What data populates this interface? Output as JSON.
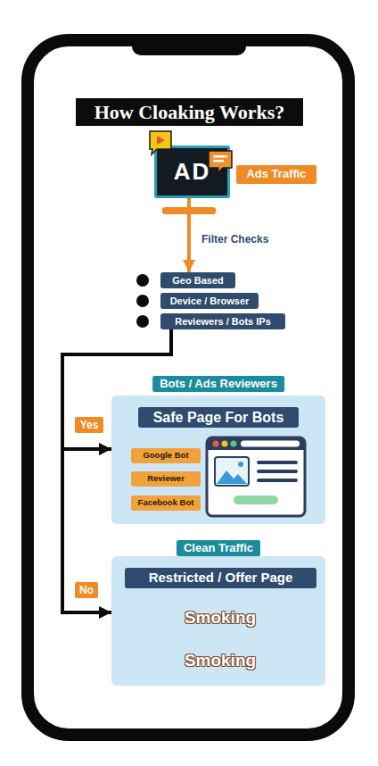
{
  "diagram": {
    "title": "How Cloaking Works?",
    "nodes": [
      {
        "text": [
          "AD"
        ]
      },
      {
        "text": [
          "Ads Traffic"
        ]
      },
      {
        "text": [
          "Geo Based"
        ]
      },
      {
        "text": [
          "Device / Browser"
        ]
      },
      {
        "text": [
          "Reviewers / Bots IPs"
        ]
      },
      {
        "text": [
          "Bots / Ads Reviewers"
        ]
      },
      {
        "text": [
          "Safe Page For Bots"
        ],
        "in": 5
      },
      {
        "text": [
          "Google Bot"
        ],
        "in": 5
      },
      {
        "text": [
          "Reviewer"
        ],
        "in": 5
      },
      {
        "text": [
          "Facebook Bot"
        ],
        "in": 5
      },
      {
        "text": [
          "Clean Traffic"
        ]
      },
      {
        "text": [
          "Restricted / Offer Page"
        ],
        "in": 10
      }
    ],
    "edges": [
      {
        "from": 0,
        "to": 2,
        "label": "Filter Checks",
        "arrow": "to"
      },
      {
        "from": 4,
        "to": 5,
        "label": "Yes",
        "arrow": "to"
      },
      {
        "from": 4,
        "to": 10,
        "label": "No",
        "arrow": "to"
      }
    ],
    "labels": [
      "Smoking",
      "Smoking"
    ]
  }
}
